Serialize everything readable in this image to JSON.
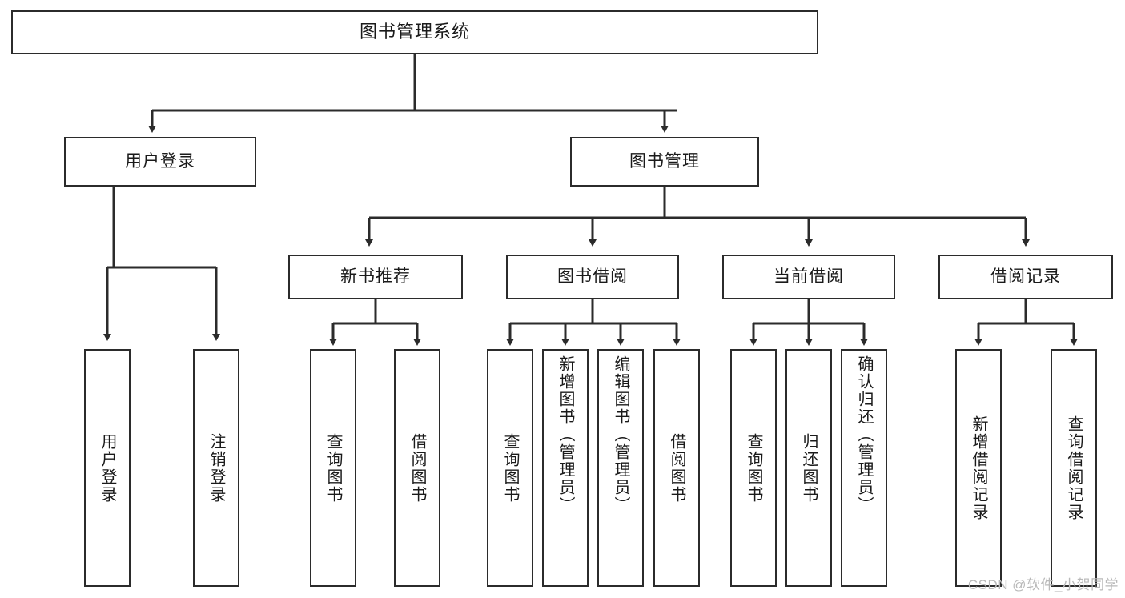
{
  "diagram": {
    "title": "图书管理系统",
    "type": "tree-hierarchy-chart",
    "watermark": "CSDN @软件_小贺同学",
    "line_color": "#2b2b2b",
    "box_fill": "#ffffff",
    "text_color": "#1a1a1a",
    "watermark_color": "#b9b9b9"
  },
  "root": {
    "label": "图书管理系统"
  },
  "level2": [
    {
      "label": "用户登录"
    },
    {
      "label": "图书管理"
    }
  ],
  "level3": [
    {
      "label": "新书推荐"
    },
    {
      "label": "图书借阅"
    },
    {
      "label": "当前借阅"
    },
    {
      "label": "借阅记录"
    }
  ],
  "leaves": {
    "user_login": [
      {
        "label": "用户登录"
      },
      {
        "label": "注销登录"
      }
    ],
    "new_book": [
      {
        "label": "查询图书"
      },
      {
        "label": "借阅图书"
      }
    ],
    "borrow": [
      {
        "label": "查询图书"
      },
      {
        "label": "新增图书（管理员）"
      },
      {
        "label": "编辑图书（管理员）"
      },
      {
        "label": "借阅图书"
      }
    ],
    "current": [
      {
        "label": "查询图书"
      },
      {
        "label": "归还图书"
      },
      {
        "label": "确认归还（管理员）"
      }
    ],
    "records": [
      {
        "label": "新增借阅记录"
      },
      {
        "label": "查询借阅记录"
      }
    ]
  }
}
